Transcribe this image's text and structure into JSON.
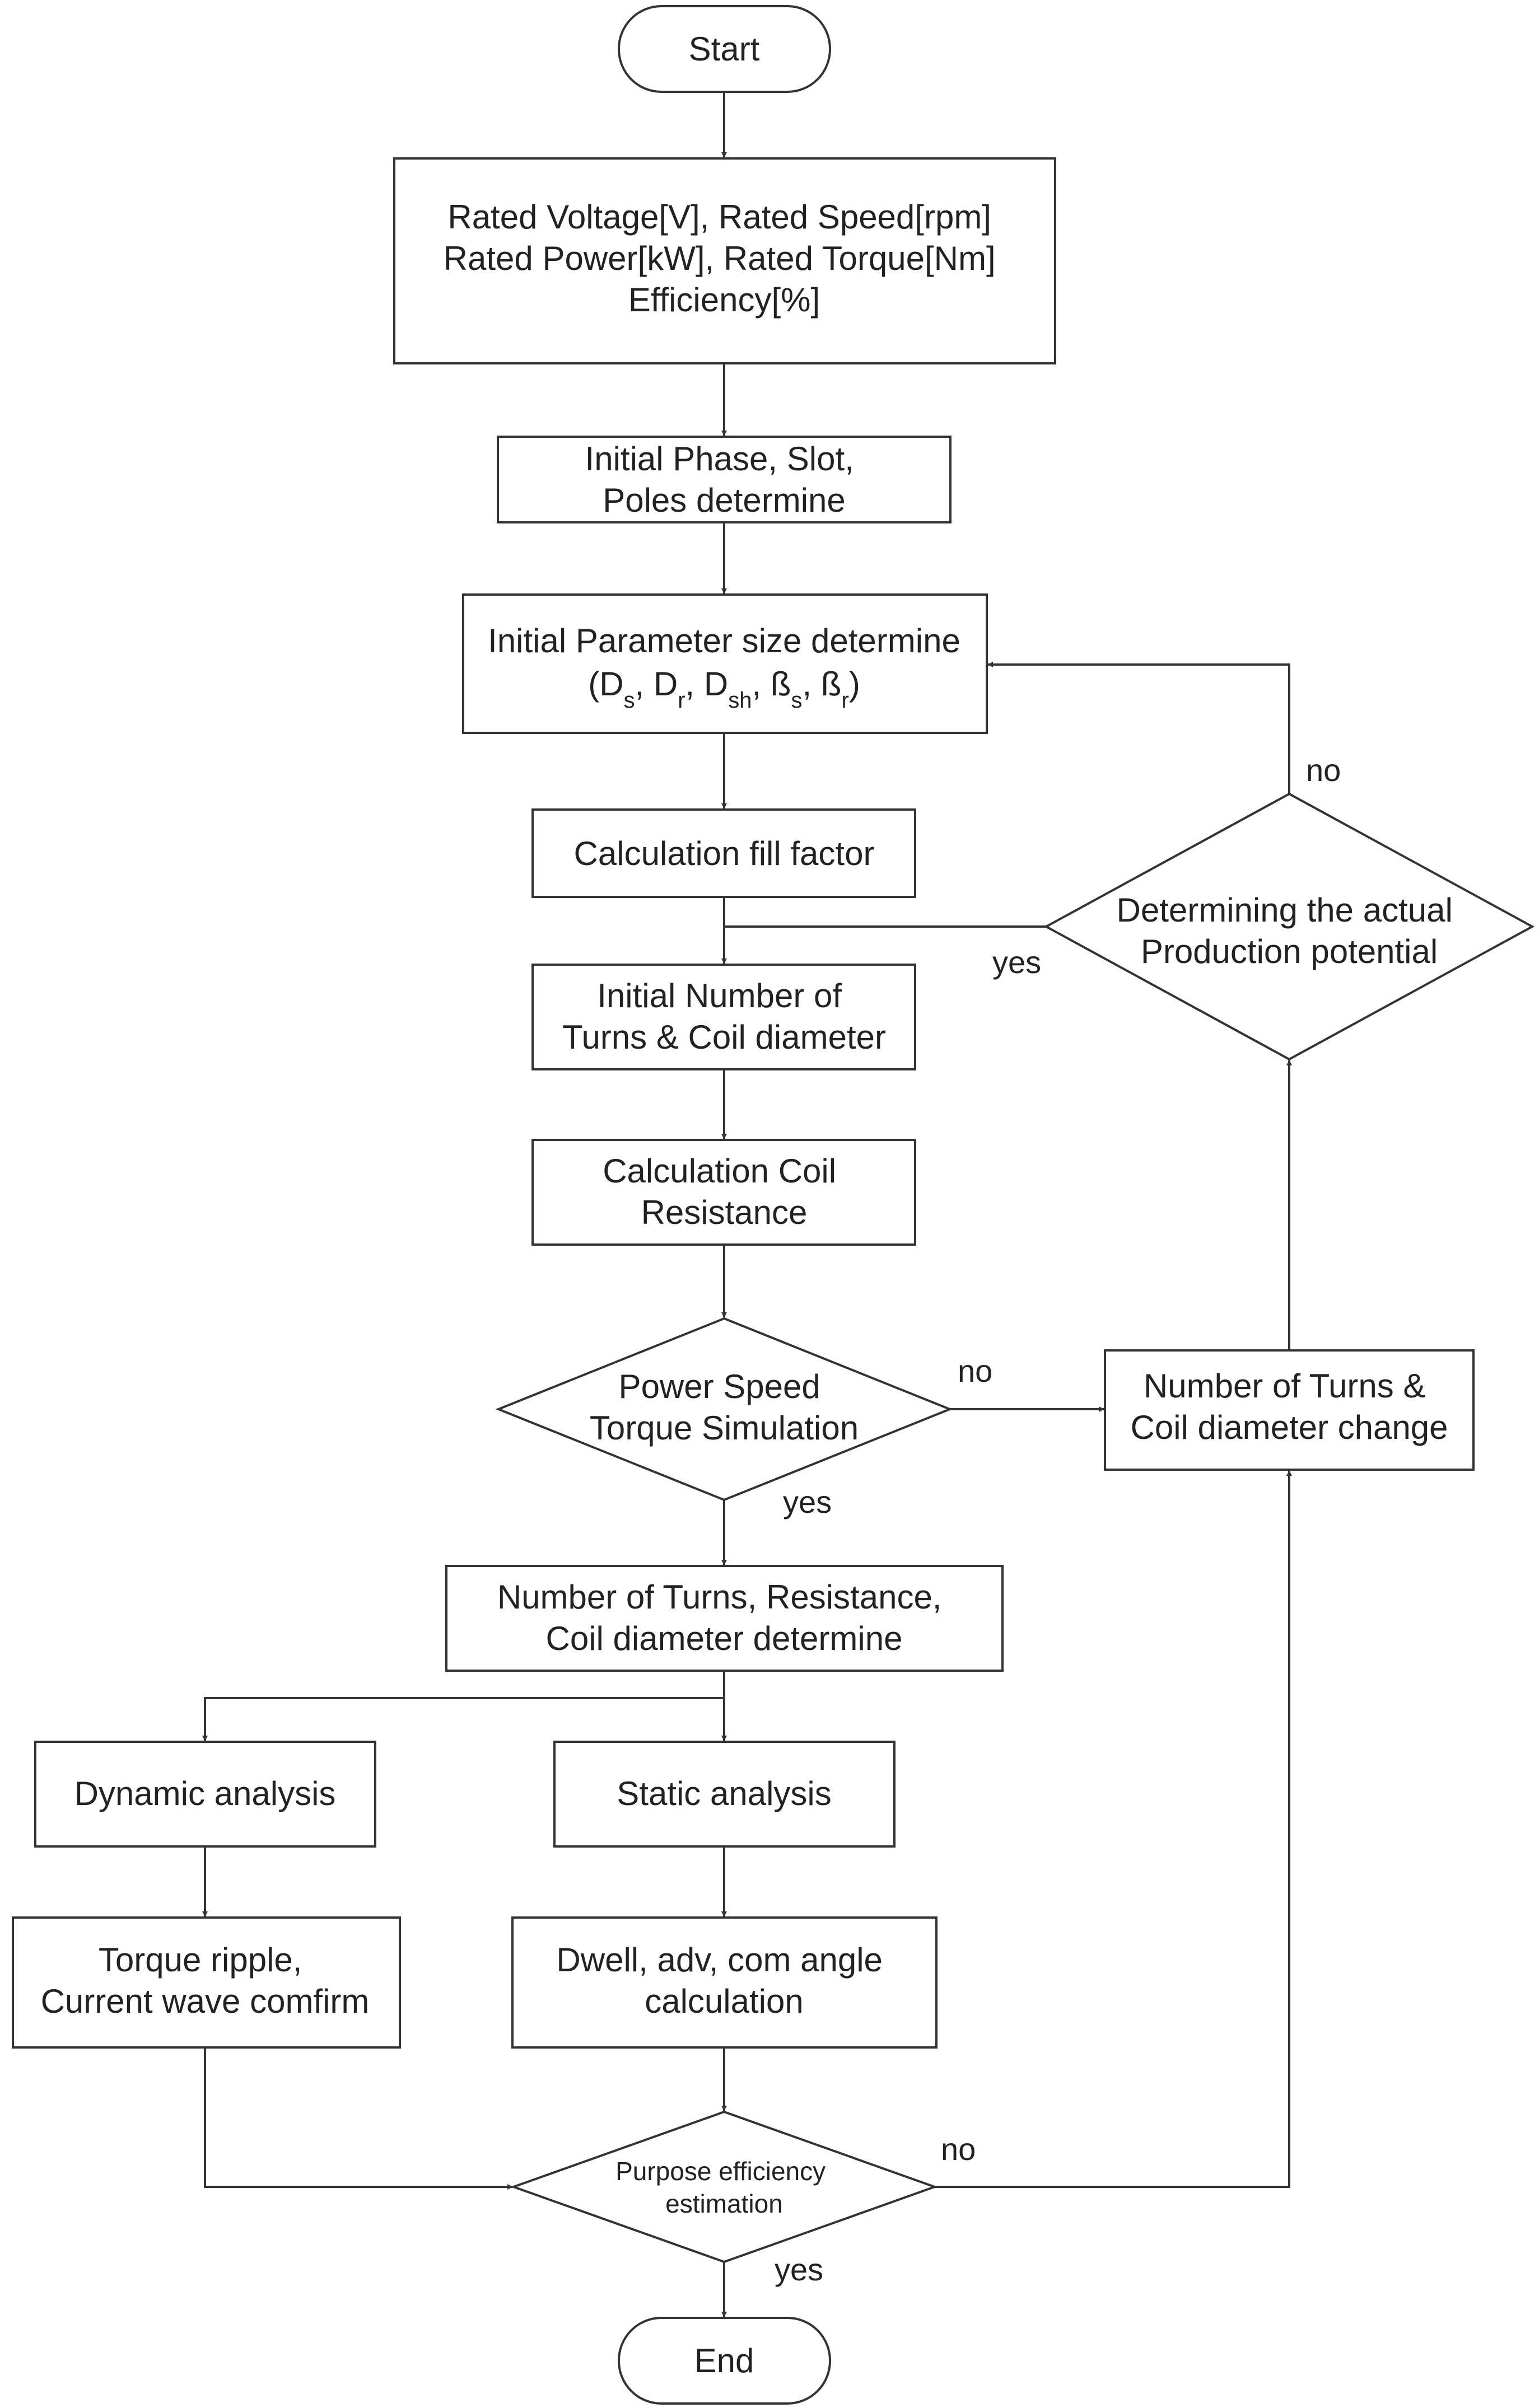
{
  "nodes": {
    "start": {
      "lines": [
        "Start"
      ]
    },
    "rated_inputs": {
      "lines": [
        "Rated Voltage[V], Rated Speed[rpm]",
        "Rated Power[kW], Rated Torque[Nm]",
        "Efficiency[%]"
      ]
    },
    "initial_phase": {
      "lines": [
        "Initial Phase, Slot,",
        "Poles determine"
      ]
    },
    "initial_parameter": {
      "line1": "Initial Parameter size determine",
      "open": "(",
      "d": "D",
      "s": "s",
      "r": "r",
      "sh": "sh",
      "beta": "ß",
      "sep": ", ",
      "close": ")"
    },
    "fill_factor": {
      "lines": [
        "Calculation fill factor"
      ]
    },
    "initial_turns": {
      "lines": [
        "Initial Number of",
        "Turns & Coil diameter"
      ]
    },
    "coil_resistance": {
      "lines": [
        "Calculation Coil",
        "Resistance"
      ]
    },
    "simulation": {
      "lines": [
        "Power Speed",
        "Torque Simulation"
      ]
    },
    "turns_change": {
      "lines": [
        "Number of Turns &",
        "Coil diameter change"
      ]
    },
    "production": {
      "lines": [
        "Determining the actual",
        "Production potential"
      ]
    },
    "turns_determine": {
      "lines": [
        "Number of Turns, Resistance,",
        "Coil diameter determine"
      ]
    },
    "dynamic": {
      "lines": [
        "Dynamic analysis"
      ]
    },
    "static": {
      "lines": [
        "Static analysis"
      ]
    },
    "torque_ripple": {
      "lines": [
        "Torque ripple,",
        "Current wave comfirm"
      ]
    },
    "dwell": {
      "lines": [
        "Dwell, adv, com angle",
        "calculation"
      ]
    },
    "efficiency": {
      "lines": [
        "Purpose efficiency",
        "estimation"
      ]
    },
    "end": {
      "lines": [
        "End"
      ]
    }
  },
  "edge_labels": {
    "production_no": "no",
    "production_yes": "yes",
    "simulation_no": "no",
    "simulation_yes": "yes",
    "efficiency_no": "no",
    "efficiency_yes": "yes"
  }
}
